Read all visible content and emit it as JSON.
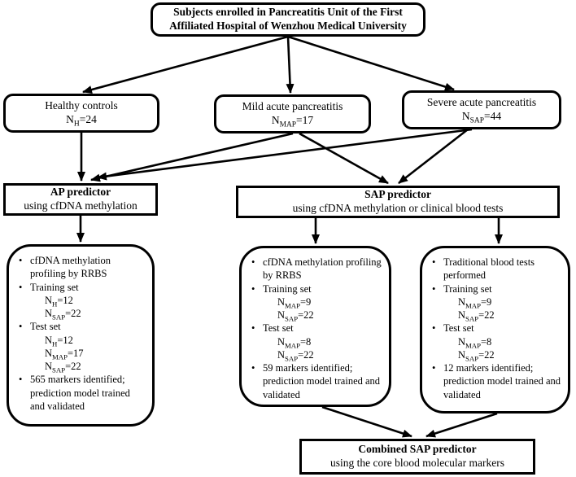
{
  "top_box": {
    "line1": "Subjects enrolled in Pancreatitis Unit of the First",
    "line2": "Affiliated Hospital of Wenzhou Medical University"
  },
  "groups": [
    {
      "title": "Healthy controls",
      "n": {
        "pre": "N",
        "sub": "H",
        "post": "=24"
      }
    },
    {
      "title": "Mild acute pancreatitis",
      "n": {
        "pre": "N",
        "sub": "MAP",
        "post": "=17"
      }
    },
    {
      "title": "Severe acute pancreatitis",
      "n": {
        "pre": "N",
        "sub": "SAP",
        "post": "=44"
      }
    }
  ],
  "predictors": [
    {
      "title": "AP predictor",
      "subtitle": "using cfDNA methylation"
    },
    {
      "title": "SAP predictor",
      "subtitle": "using cfDNA methylation or clinical blood tests"
    }
  ],
  "detail_boxes": [
    {
      "bullets": [
        {
          "text": "cfDNA methylation profiling by RRBS"
        },
        {
          "text": "Training set",
          "ns": [
            {
              "pre": "N",
              "sub": "H",
              "post": "=12"
            },
            {
              "pre": "N",
              "sub": "SAP",
              "post": "=22"
            }
          ]
        },
        {
          "text": "Test set",
          "ns": [
            {
              "pre": "N",
              "sub": "H",
              "post": "=12"
            },
            {
              "pre": "N",
              "sub": "MAP",
              "post": "=17"
            },
            {
              "pre": "N",
              "sub": "SAP",
              "post": "=22"
            }
          ]
        },
        {
          "text": "565 markers identified; prediction model trained and validated"
        }
      ]
    },
    {
      "bullets": [
        {
          "text": "cfDNA methylation profiling by RRBS"
        },
        {
          "text": "Training set",
          "ns": [
            {
              "pre": "N",
              "sub": "MAP",
              "post": "=9"
            },
            {
              "pre": "N",
              "sub": "SAP",
              "post": "=22"
            }
          ]
        },
        {
          "text": "Test set",
          "ns": [
            {
              "pre": "N",
              "sub": "MAP",
              "post": "=8"
            },
            {
              "pre": "N",
              "sub": "SAP",
              "post": "=22"
            }
          ]
        },
        {
          "text": "59 markers identified; prediction model trained and validated"
        }
      ]
    },
    {
      "bullets": [
        {
          "text": "Traditional blood tests performed"
        },
        {
          "text": "Training set",
          "ns": [
            {
              "pre": "N",
              "sub": "MAP",
              "post": "=9"
            },
            {
              "pre": "N",
              "sub": "SAP",
              "post": "=22"
            }
          ]
        },
        {
          "text": "Test set",
          "ns": [
            {
              "pre": "N",
              "sub": "MAP",
              "post": "=8"
            },
            {
              "pre": "N",
              "sub": "SAP",
              "post": "=22"
            }
          ]
        },
        {
          "text": "12 markers identified; prediction model trained and validated"
        }
      ]
    }
  ],
  "combined_box": {
    "title": "Combined SAP predictor",
    "subtitle": "using the core blood molecular markers"
  },
  "colors": {
    "line": "#000000",
    "background": "#ffffff"
  }
}
